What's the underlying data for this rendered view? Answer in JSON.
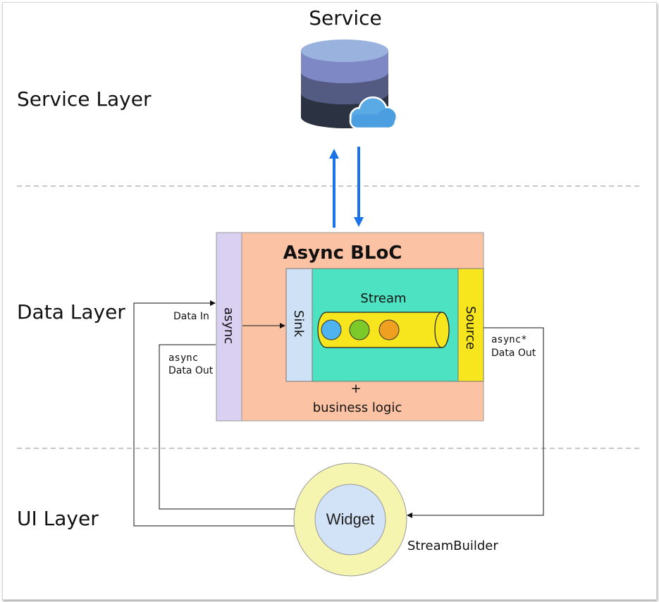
{
  "layers": {
    "service": "Service Layer",
    "data": "Data Layer",
    "ui": "UI Layer"
  },
  "service": {
    "title": "Service",
    "icon": "database-cloud-icon"
  },
  "bloc": {
    "title": "Async BLoC",
    "async_label": "async",
    "sink_label": "Sink",
    "stream_label": "Stream",
    "source_label": "Source",
    "plus": "+",
    "business_logic": "business logic"
  },
  "flows": {
    "data_in": "Data In",
    "async_data_out_code": "async",
    "async_data_out_text": "Data Out",
    "async_star_code": "async*",
    "async_star_text": "Data Out"
  },
  "ui": {
    "widget": "Widget",
    "stream_builder": "StreamBuilder"
  },
  "colors": {
    "arrow_blue": "#1a73e8",
    "bloc_bg": "#fbc3a3",
    "async_bar": "#d9d0f2",
    "sink_bar": "#cfe2f5",
    "stream_bg": "#4de2c1",
    "source_bar": "#f7e51e",
    "stream_pipe": "#f7e51e",
    "ball_blue": "#4fb3f0",
    "ball_green": "#7cc92a",
    "ball_orange": "#f0a020",
    "outer_ring": "#f5f5b0",
    "widget_circle": "#d2e2f7"
  }
}
